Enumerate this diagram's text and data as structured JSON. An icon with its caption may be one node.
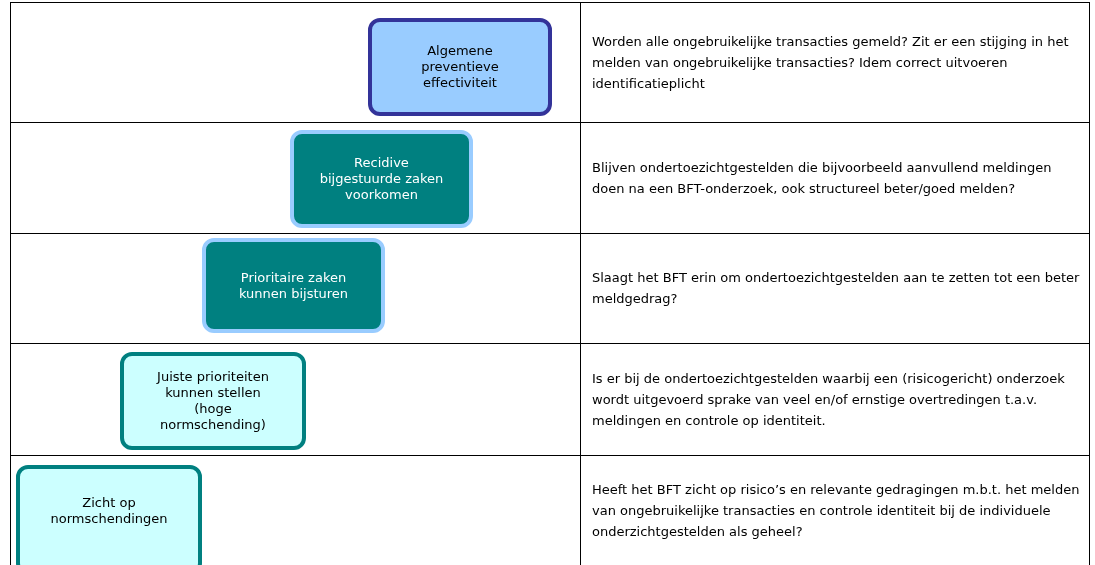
{
  "diagram": {
    "nodes": [
      {
        "text": [
          "Algemene preventieve effectiviteit"
        ]
      },
      {
        "text": [
          "Recidive bijgestuurde zaken voorkomen"
        ]
      },
      {
        "text": [
          "Prioritaire zaken kunnen bijsturen"
        ]
      },
      {
        "text": [
          "Juiste prioriteiten kunnen stellen (hoge normschending)"
        ]
      },
      {
        "text": [
          "Zicht op normschendingen"
        ]
      }
    ],
    "edges": [],
    "labels": [
      "Worden alle ongebruikelijke transacties gemeld? Zit er een stijging in het melden van ongebruikelijke transacties? Idem correct uitvoeren identificatieplicht",
      "Blijven ondertoezichtgestelden die bijvoorbeeld aanvullend meldingen doen na een BFT-onderzoek, ook structureel beter/goed melden?",
      "Slaagt het BFT erin om ondertoezichtgestelden aan te zetten tot een beter meldgedrag?",
      "Is er bij de ondertoezichtgestelden waarbij een (risicogericht) onderzoek wordt uitgevoerd sprake van veel en/of ernstige overtredingen t.a.v. meldingen en controle op identiteit.",
      "Heeft het BFT zicht op risico’s en relevante gedragingen m.b.t. het melden van ongebruikelijke transacties en controle identiteit bij de individuele onderzichtgestelden als geheel?"
    ]
  }
}
